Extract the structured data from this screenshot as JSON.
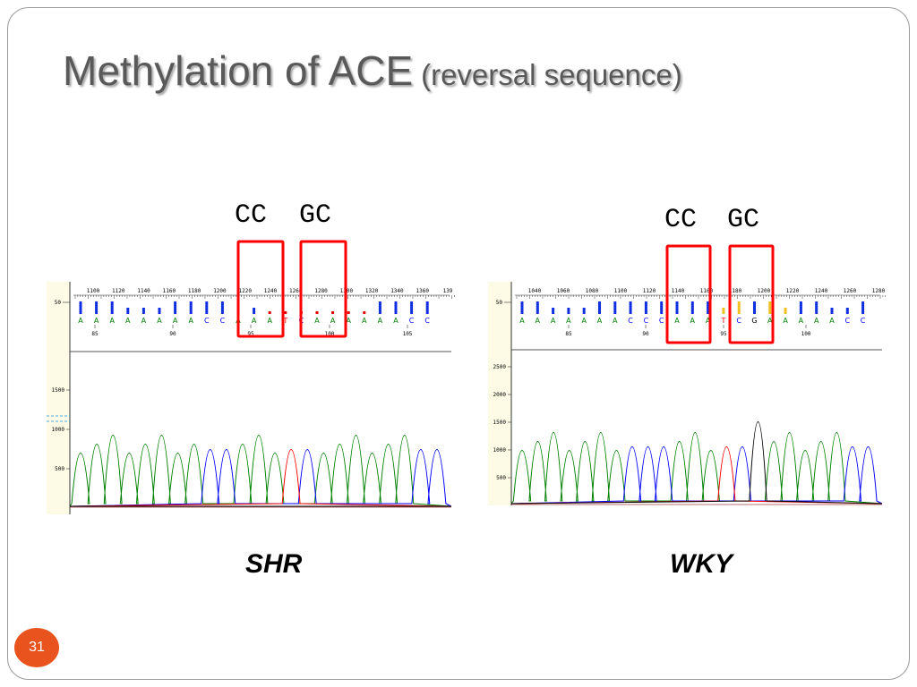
{
  "slide": {
    "title_main": "Methylation of ACE",
    "title_sub": "(reversal sequence)",
    "slide_number": "31",
    "pair_label_cc": "CC",
    "pair_label_gc": "GC",
    "colors": {
      "accent": "#e8531e",
      "box": "#ff0000",
      "A": "#008000",
      "C": "#0000ff",
      "G": "#000000",
      "T": "#ff0000"
    }
  },
  "panels": [
    {
      "caption": "SHR",
      "position_ticks": [
        "1100",
        "1120",
        "1140",
        "1160",
        "1180",
        "1200",
        "1220",
        "1240",
        "1260",
        "1280",
        "1300",
        "1320",
        "1340",
        "1360",
        "139"
      ],
      "quality_label": "50",
      "bases": [
        "A",
        "A",
        "A",
        "A",
        "A",
        "A",
        "A",
        "A",
        "C",
        "C",
        "A",
        "A",
        "A",
        "T",
        "C",
        "A",
        "A",
        "A",
        "A",
        "A",
        "A",
        "C",
        "C"
      ],
      "base_number_labels": [
        "85",
        "90",
        "95",
        "100",
        "105"
      ],
      "y_ticks": [
        "1500",
        "1000",
        "500"
      ]
    },
    {
      "caption": "WKY",
      "position_ticks": [
        "1040",
        "1060",
        "1080",
        "1100",
        "1120",
        "1140",
        "1160",
        "1180",
        "1200",
        "1220",
        "1240",
        "1260",
        "1280"
      ],
      "quality_label": "50",
      "bases": [
        "A",
        "A",
        "A",
        "A",
        "A",
        "A",
        "A",
        "C",
        "C",
        "C",
        "A",
        "A",
        "A",
        "T",
        "C",
        "G",
        "A",
        "A",
        "A",
        "A",
        "A",
        "C",
        "C"
      ],
      "base_number_labels": [
        "85",
        "90",
        "95",
        "100"
      ],
      "y_ticks": [
        "2500",
        "2000",
        "1500",
        "1000",
        "500"
      ]
    }
  ]
}
